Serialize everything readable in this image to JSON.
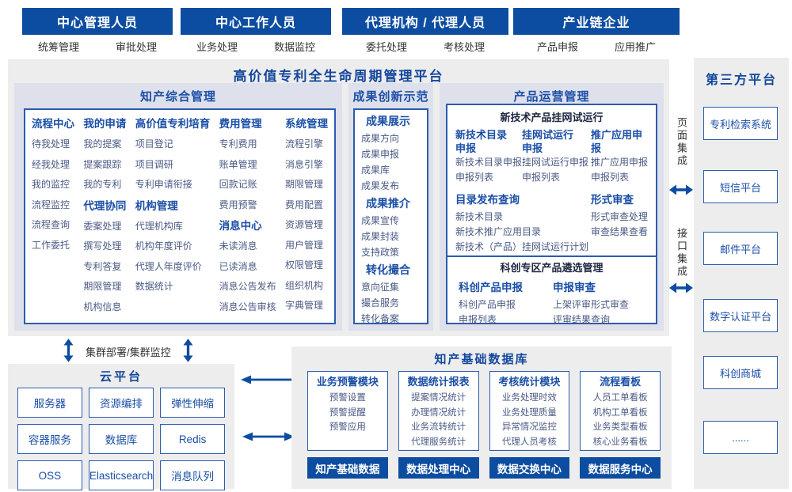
{
  "colors": {
    "primary_blue": "#0d4da1",
    "accent_blue": "#1b4fa6",
    "item_text": "#4b5a85",
    "panel_bg": "#ededee",
    "section_bg": "#dee0ec",
    "border_blue": "#2b5cae"
  },
  "actors": [
    {
      "title": "中心管理人员",
      "left": "统筹管理",
      "right": "审批处理"
    },
    {
      "title": "中心工作人员",
      "left": "业务处理",
      "right": "数据监控"
    },
    {
      "title": "代理机构 / 代理人员",
      "left": "委托处理",
      "right": "考核处理"
    },
    {
      "title": "产业链企业",
      "left": "产品申报",
      "right": "应用推广"
    }
  ],
  "platform": {
    "title": "高价值专利全生命周期管理平台",
    "comprehensive": {
      "title": "知产综合管理",
      "columns": [
        [
          {
            "header": "流程中心",
            "items": [
              "待我处理",
              "经我处理",
              "我的监控",
              "流程监控",
              "流程查询",
              "工作委托"
            ]
          }
        ],
        [
          {
            "header": "我的申请",
            "items": [
              "我的提案",
              "提案跟踪",
              "我的专利"
            ]
          },
          {
            "header": "代理协同",
            "items": [
              "委案处理",
              "撰写处理",
              "专利答复",
              "期限管理",
              "机构信息"
            ]
          }
        ],
        [
          {
            "header": "高价值专利培育",
            "items": [
              "项目登记",
              "项目调研",
              "专利申请衔接"
            ]
          },
          {
            "header": "机构管理",
            "items": [
              "代理机构库",
              "机构年度评价",
              "代理人年度评价",
              "数据统计"
            ]
          }
        ],
        [
          {
            "header": "费用管理",
            "items": [
              "专利费用",
              "账单管理",
              "回款记账",
              "费用预警"
            ]
          },
          {
            "header": "消息中心",
            "items": [
              "未读消息",
              "已读消息",
              "消息公告发布",
              "消息公告审核"
            ]
          }
        ],
        [
          {
            "header": "系统管理",
            "items": [
              "流程引擎",
              "消息引擎",
              "期限管理",
              "费用配置",
              "资源管理",
              "用户管理",
              "权限管理",
              "组织机构",
              "字典管理"
            ]
          }
        ]
      ]
    },
    "achievements": {
      "title": "成果创新示范",
      "groups": [
        {
          "header": "成果展示",
          "items": [
            "成果方向",
            "成果申报",
            "成果库",
            "成果发布"
          ]
        },
        {
          "header": "成果推介",
          "items": [
            "成果宣传",
            "成果封装",
            "支持政策"
          ]
        },
        {
          "header": "转化撮合",
          "items": [
            "意向征集",
            "撮合服务",
            "转化备案"
          ]
        }
      ]
    },
    "product": {
      "title": "产品运营管理",
      "online_trial": {
        "subtitle": "新技术产品挂网试运行",
        "columns": [
          {
            "header": "新技术目录申报",
            "items": [
              "新技术目录申报",
              "申报列表"
            ]
          },
          {
            "header": "挂网试运行申报",
            "items": [
              "挂网试运行申报",
              "申报列表"
            ]
          },
          {
            "header": "推广应用申报",
            "items": [
              "推广应用申报",
              "申报列表"
            ]
          }
        ],
        "catalog_query": {
          "header": "目录发布查询",
          "items": [
            "新技术目录",
            "新技术推广应用目录",
            "新技术（产品）挂网试运行计划"
          ]
        },
        "formal_review": {
          "header": "形式审查",
          "items": [
            "形式审查处理",
            "审查结果查看"
          ]
        }
      },
      "selection": {
        "subtitle": "科创专区产品遴选管理",
        "columns": [
          {
            "header": "科创产品申报",
            "items": [
              "科创产品申报",
              "申报列表"
            ]
          },
          {
            "header": "申报审查",
            "items": [
              "上架评审形式审查",
              "评审结果查询"
            ]
          }
        ]
      }
    }
  },
  "integration": {
    "page": "页面集成",
    "api": "接口集成"
  },
  "third_party": {
    "title": "第三方平台",
    "boxes": [
      "专利检索系统",
      "短信平台",
      "邮件平台",
      "数字认证平台",
      "科创商城",
      "......"
    ]
  },
  "cluster_label": "集群部署/集群监控",
  "cloud": {
    "title": "云平台",
    "items": [
      "服务器",
      "资源编排",
      "弹性伸缩",
      "容器服务",
      "数据库",
      "Redis",
      "OSS",
      "Elasticsearch",
      "消息队列"
    ]
  },
  "knowledge_base": {
    "title": "知产基础数据库",
    "modules": [
      {
        "header": "业务预警模块",
        "items": [
          "预警设置",
          "预警提醒",
          "预警应用"
        ]
      },
      {
        "header": "数据统计报表",
        "items": [
          "提案情况统计",
          "办理情况统计",
          "业务流转统计",
          "代理服务统计"
        ]
      },
      {
        "header": "考核统计模块",
        "items": [
          "业务处理时效",
          "业务处理质量",
          "异常情况监控",
          "代理人员考核"
        ]
      },
      {
        "header": "流程看板",
        "items": [
          "人员工单看板",
          "机构工单看板",
          "业务类型看板",
          "核心业务看板"
        ]
      }
    ],
    "centers": [
      "知产基础数据",
      "数据处理中心",
      "数据交换中心",
      "数据服务中心"
    ]
  }
}
